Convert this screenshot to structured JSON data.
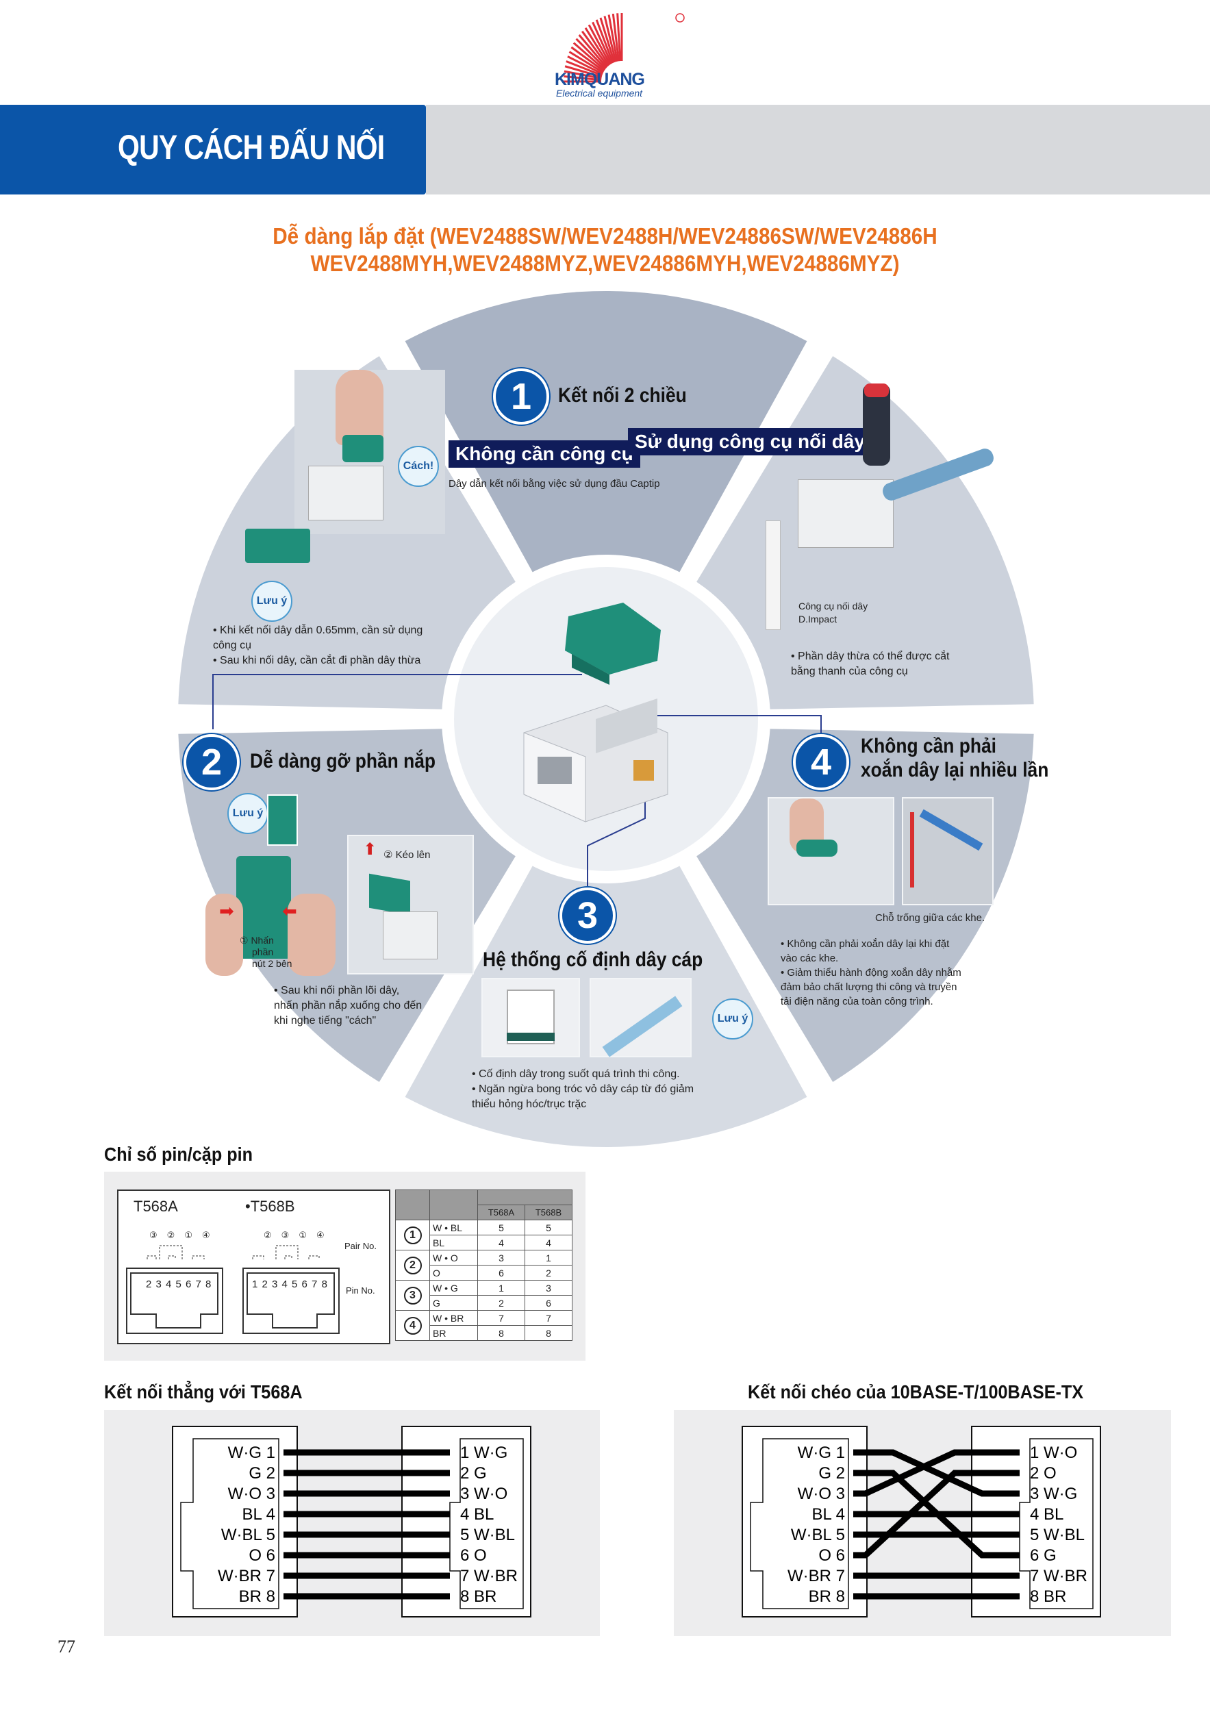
{
  "logo": {
    "brand": "KIMQUANG",
    "tagline": "Electrical equipment",
    "registered": "®"
  },
  "header": {
    "title": "QUY CÁCH ĐẤU NỐI"
  },
  "subtitle": {
    "line1": "Dễ dàng lắp đặt (WEV2488SW/WEV2488H/WEV24886SW/WEV24886H",
    "line2": "WEV2488MYH,WEV2488MYZ,WEV24886MYH,WEV24886MYZ)"
  },
  "features": {
    "f1": {
      "num": "1",
      "title": "Kết nối 2 chiều",
      "tag_a": "Không cần công cụ",
      "tag_b": "Sử dụng công cụ nối dây",
      "caption": "Dây dẫn kết nối bằng việc sử dụng đầu Captip",
      "click_bubble": "Cách!"
    },
    "left_top": {
      "note": "Lưu ý",
      "bullets": [
        "Khi kết nối dây dẫn 0.65mm, cần sử dụng công cụ",
        "Sau khi nối dây, cần cắt đi phần dây thừa"
      ]
    },
    "right_top": {
      "tool_label_1": "Công cụ nối dây",
      "tool_label_2": "D.Impact",
      "bullets": [
        "Phần dây thừa có thể được cắt bằng thanh của công cụ"
      ]
    },
    "f2": {
      "num": "2",
      "title": "Dễ dàng gỡ phần nắp",
      "note": "Lưu ý",
      "pull": "② Kéo lên",
      "press_1": "① Nhấn",
      "press_2": "phần",
      "press_3": "nút 2 bên",
      "bullets": [
        "Sau khi nối phần lõi dây, nhấn phần nắp xuống cho đến khi nghe tiếng \"cách\""
      ]
    },
    "f3": {
      "num": "3",
      "title": "Hệ thống cố định dây cáp",
      "note": "Lưu ý",
      "bullets": [
        "Cố định dây trong suốt quá trình thi công.",
        "Ngăn ngừa bong tróc vỏ dây cáp từ đó giảm thiểu hỏng hóc/trục trặc"
      ]
    },
    "f4": {
      "num": "4",
      "title_1": "Không cần phải",
      "title_2": "xoắn dây lại nhiều lần",
      "caption": "Chỗ trống giữa các khe.",
      "bullets": [
        "Không cần phải xoắn dây lại khi đặt vào các khe.",
        "Giảm thiểu hành động xoắn dây nhằm đảm bảo chất lượng thi công và truyền tải điện năng của toàn công trình."
      ]
    }
  },
  "pin_section": {
    "title": "Chỉ số pin/cặp pin",
    "t568a_label": "T568A",
    "t568b_label": "•T568B",
    "pair_no": "Pair No.",
    "pin_no": "Pin No.",
    "t568a_pins": "2 3 4 5 6 7 8",
    "t568b_pins": "1 2 3 4 5 6 7 8",
    "t568a_pairs": [
      "③",
      "②",
      "①",
      "④"
    ],
    "t568b_pairs": [
      "②",
      "③",
      "①",
      "④"
    ],
    "table": {
      "headers": [
        "T568A",
        "T568B"
      ],
      "pairs": [
        {
          "pair": "1",
          "rows": [
            {
              "color": "W • BL",
              "a": "5",
              "b": "5"
            },
            {
              "color": "BL",
              "a": "4",
              "b": "4"
            }
          ]
        },
        {
          "pair": "2",
          "rows": [
            {
              "color": "W • O",
              "a": "3",
              "b": "1"
            },
            {
              "color": "O",
              "a": "6",
              "b": "2"
            }
          ]
        },
        {
          "pair": "3",
          "rows": [
            {
              "color": "W • G",
              "a": "1",
              "b": "3"
            },
            {
              "color": "G",
              "a": "2",
              "b": "6"
            }
          ]
        },
        {
          "pair": "4",
          "rows": [
            {
              "color": "W • BR",
              "a": "7",
              "b": "7"
            },
            {
              "color": "BR",
              "a": "8",
              "b": "8"
            }
          ]
        }
      ]
    }
  },
  "straight": {
    "title": "Kết nối thẳng với T568A",
    "left": [
      "W·G 1",
      "G 2",
      "W·O 3",
      "BL 4",
      "W·BL 5",
      "O 6",
      "W·BR 7",
      "BR 8"
    ],
    "right": [
      "1 W·G",
      "2 G",
      "3 W·O",
      "4 BL",
      "5 W·BL",
      "6 O",
      "7 W·BR",
      "8 BR"
    ],
    "map": [
      1,
      2,
      3,
      4,
      5,
      6,
      7,
      8
    ]
  },
  "crossover": {
    "title": "Kết nối chéo của 10BASE-T/100BASE-TX",
    "left": [
      "W·G 1",
      "G 2",
      "W·O 3",
      "BL 4",
      "W·BL 5",
      "O 6",
      "W·BR 7",
      "BR 8"
    ],
    "right": [
      "1 W·O",
      "2 O",
      "3 W·G",
      "4 BL",
      "5 W·BL",
      "6 G",
      "7 W·BR",
      "8 BR"
    ],
    "map": [
      3,
      6,
      1,
      4,
      5,
      2,
      7,
      8
    ]
  },
  "page_number": "77",
  "colors": {
    "brand_blue": "#0b55a8",
    "accent_orange": "#e8701f",
    "navy": "#101c5a",
    "logo_red": "#e0303a"
  }
}
